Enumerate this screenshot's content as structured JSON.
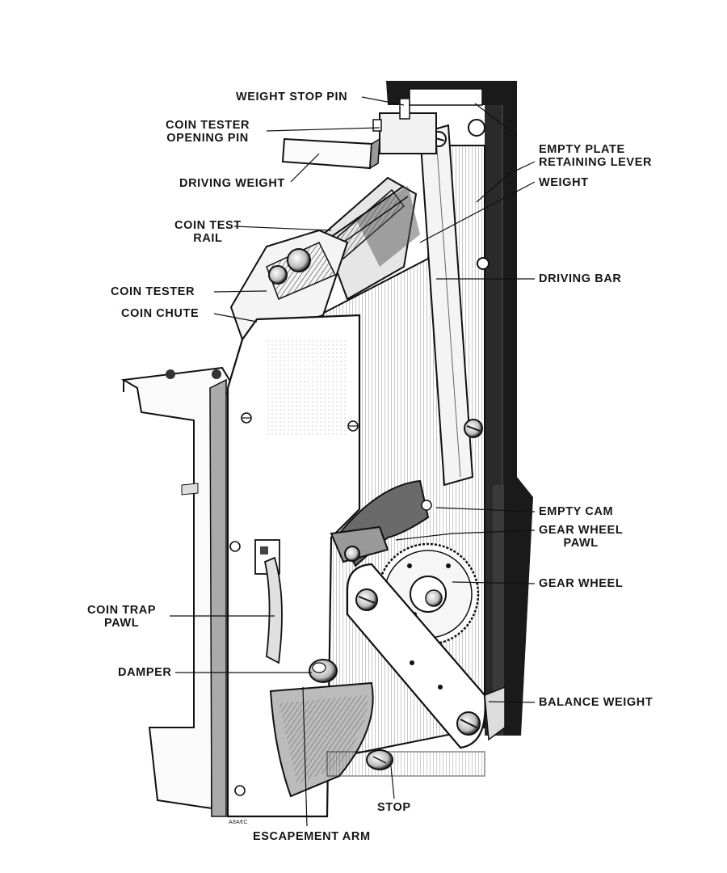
{
  "labels": {
    "weight_stop_pin": "WEIGHT STOP PIN",
    "coin_tester_opening_pin": [
      "COIN TESTER",
      "OPENING PIN"
    ],
    "driving_weight": "DRIVING WEIGHT",
    "empty_plate_retaining_lever": [
      "EMPTY PLATE",
      "RETAINING LEVER"
    ],
    "weight": "WEIGHT",
    "coin_test_rail": [
      "COIN TEST",
      "RAIL"
    ],
    "coin_tester": "COIN TESTER",
    "coin_chute": "COIN CHUTE",
    "driving_bar": "DRIVING BAR",
    "empty_cam": "EMPTY CAM",
    "gear_wheel_pawl": [
      "GEAR WHEEL",
      "PAWL"
    ],
    "gear_wheel": "GEAR WHEEL",
    "coin_trap_pawl": [
      "COIN TRAP",
      "PAWL"
    ],
    "damper": "DAMPER",
    "balance_weight": "BALANCE WEIGHT",
    "stop": "STOP",
    "escapement_arm": "ESCAPEMENT ARM"
  },
  "drawing_code": "A8A€C",
  "colors": {
    "ink": "#161616",
    "paper": "#ffffff",
    "shade": "#8c8c8c",
    "dark_frame": "#1a1a1a"
  }
}
